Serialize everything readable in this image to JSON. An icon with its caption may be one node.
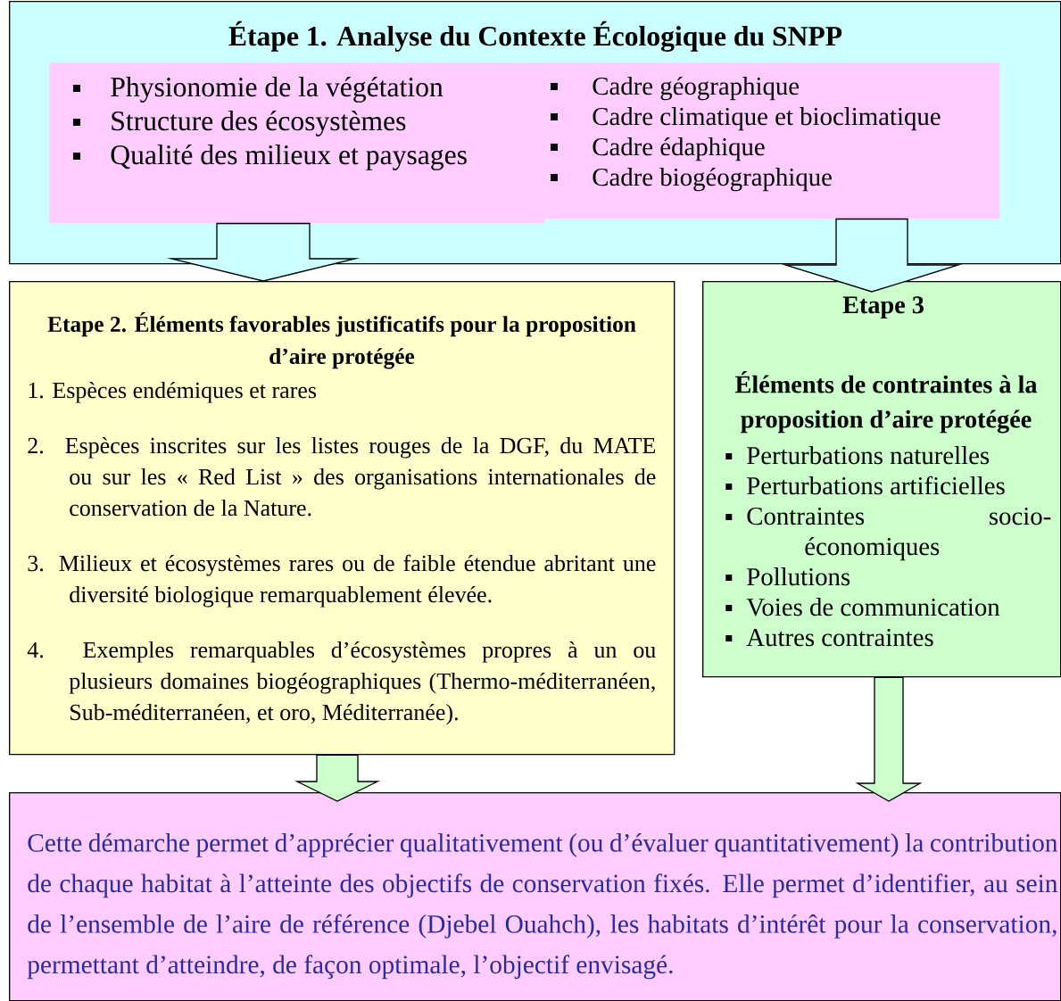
{
  "diagram": {
    "nodes": [
      {
        "text": [
          "Étape 1. Analyse du Contexte Écologique du SNPP"
        ]
      },
      {
        "text": [
          "Physionomie de la végétation",
          "Structure des écosystèmes",
          "Qualité des milieux et paysages"
        ],
        "in": 0
      },
      {
        "text": [
          "Cadre géographique",
          "Cadre climatique et bioclimatique",
          "Cadre édaphique",
          "Cadre biogéographique"
        ],
        "in": 0
      },
      {
        "text": [
          "Etape 2. Éléments favorables justificatifs pour la proposition d’aire protégée",
          "1. Espèces endémiques et rares",
          "2. Espèces inscrites sur les listes rouges de la DGF, du MATE ou sur les « Red List » des organisations internationales de conservation de la Nature.",
          "3. Milieux et écosystèmes rares ou de faible étendue abritant une diversité biologique remarquablement élevée.",
          "4. Exemples remarquables d’écosystèmes propres à un ou plusieurs domaines biogéographiques (Thermo-méditerranéen, Sub-méditerranéen, et oro, Méditerranée)."
        ]
      },
      {
        "text": [
          "Etape 3",
          "Éléments de contraintes à la proposition d’aire protégée",
          "Perturbations naturelles",
          "Perturbations artificielles",
          "Contraintes socio-économiques",
          "Pollutions",
          "Voies de communication",
          "Autres contraintes"
        ]
      },
      {
        "text": [
          "Cette démarche permet d’apprécier qualitativement (ou d’évaluer quantitativement) la contribution de chaque habitat à l’atteinte des objectifs de conservation fixés. Elle permet d’identifier, au sein de l’ensemble de l’aire de référence (Djebel Ouahch), les habitats d’intérêt pour la conservation, permettant d’atteindre, de façon optimale, l’objectif envisagé."
        ]
      }
    ],
    "edges": [
      {
        "from": 1,
        "to": 3,
        "arrow": "to",
        "color": "#ccffff"
      },
      {
        "from": 2,
        "to": 4,
        "arrow": "to",
        "color": "#ccffff"
      },
      {
        "from": 3,
        "to": 5,
        "arrow": "to",
        "color": "#ccffcc"
      },
      {
        "from": 4,
        "to": 5,
        "arrow": "to",
        "color": "#ccffcc"
      }
    ]
  }
}
